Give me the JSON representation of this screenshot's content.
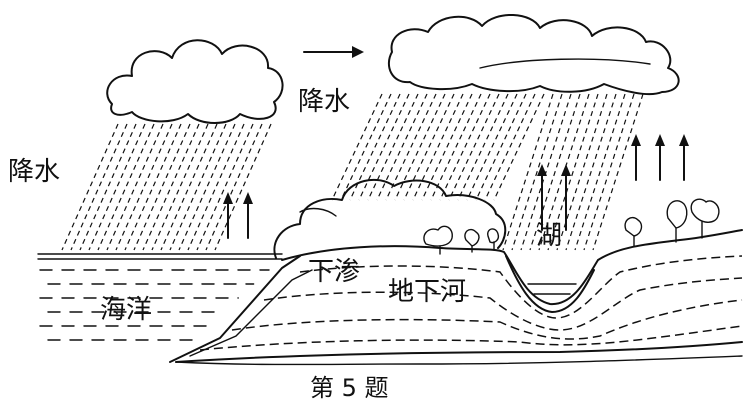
{
  "labels": {
    "rain_left": "降水",
    "rain_center": "降水",
    "ocean": "海洋",
    "infiltration": "下渗",
    "underground_river": "地下河",
    "lake": "湖"
  },
  "caption": "第 5 题"
}
